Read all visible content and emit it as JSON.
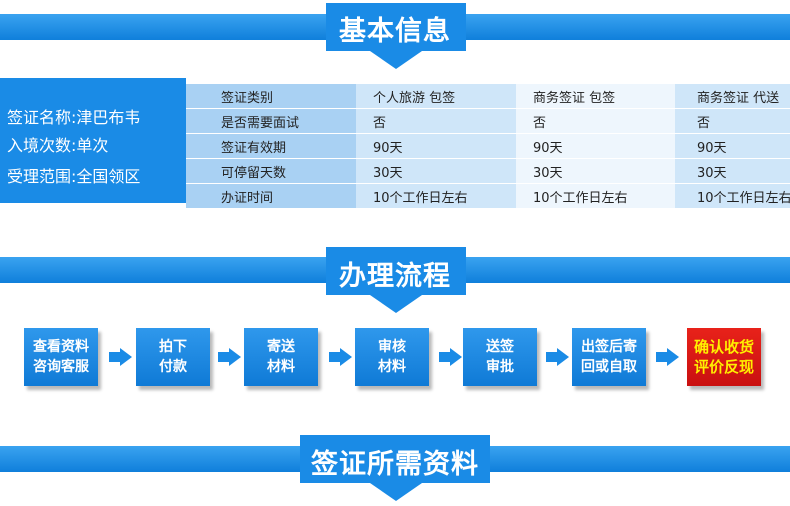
{
  "sections": {
    "basic_info": "基本信息",
    "process": "办理流程",
    "materials": "签证所需资料"
  },
  "info_left": [
    "签证名称:津巴布韦",
    "入境次数:单次",
    "受理范围:全国领区"
  ],
  "info_table": {
    "rows": [
      [
        "签证类别",
        "个人旅游  包签",
        "商务签证  包签",
        "商务签证  代送"
      ],
      [
        "是否需要面试",
        "否",
        "否",
        "否"
      ],
      [
        "签证有效期",
        "90天",
        "90天",
        "90天"
      ],
      [
        "可停留天数",
        "30天",
        "30天",
        "30天"
      ],
      [
        "办证时间",
        "10个工作日左右",
        "10个工作日左右",
        "10个工作日左右"
      ]
    ]
  },
  "steps": [
    {
      "line1": "查看资料",
      "line2": "咨询客服"
    },
    {
      "line1": "拍下",
      "line2": "付款"
    },
    {
      "line1": "寄送",
      "line2": "材料"
    },
    {
      "line1": "审核",
      "line2": "材料"
    },
    {
      "line1": "送签",
      "line2": "审批"
    },
    {
      "line1": "出签后寄",
      "line2": "回或自取"
    },
    {
      "line1": "确认收货",
      "line2": "评价反现"
    }
  ],
  "colors": {
    "primary_blue": "#1a8be6",
    "final_step_red": "#d81a12",
    "final_step_text": "#ffef00"
  }
}
